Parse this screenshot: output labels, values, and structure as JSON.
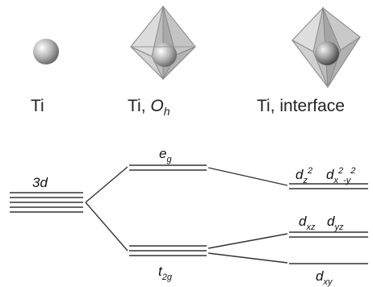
{
  "columns": [
    {
      "ion": "Ti",
      "env": "",
      "env_sub": ""
    },
    {
      "ion": "Ti,",
      "env": "O",
      "env_sub": "h"
    },
    {
      "ion": "Ti, interface",
      "env": "",
      "env_sub": ""
    }
  ],
  "levels": {
    "d3": {
      "main": "3d"
    },
    "eg": {
      "main": "e",
      "sub": "g"
    },
    "t2g": {
      "main": "t",
      "sub": "2g"
    },
    "dz2": {
      "main": "d",
      "sub": "z",
      "sup": "2"
    },
    "dx2y2": {
      "main": "d",
      "sub": "x",
      "sup": "2",
      "sub2": "-y",
      "sup2": "2"
    },
    "dxz": {
      "main": "d",
      "sub": "xz"
    },
    "dyz": {
      "main": "d",
      "sub": "yz"
    },
    "dxy": {
      "main": "d",
      "sub": "xy"
    }
  },
  "colors": {
    "ink": "#333333",
    "sphere": "#9a9a9a",
    "poly": "#c8c8c8"
  }
}
